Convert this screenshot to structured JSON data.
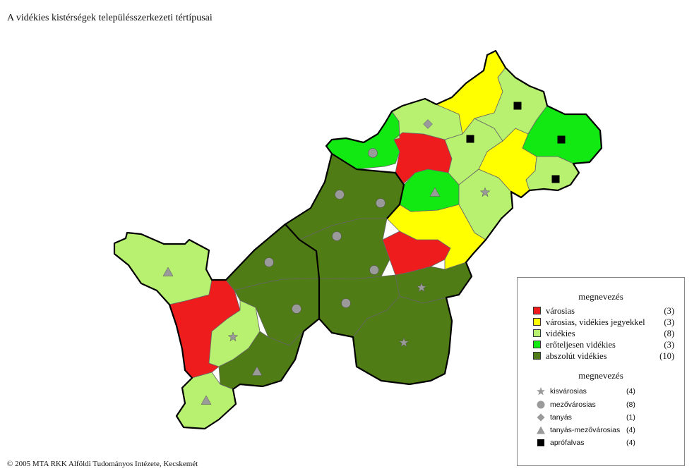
{
  "title": "A vidékies kistérségek településszerkezeti tértípusai",
  "footer": "© 2005 MTA RKK Alföldi Tudományos Intézete, Kecskemét",
  "colors": {
    "varosias": "#ee1c1c",
    "varosias_jegyekkel": "#ffff00",
    "videkies": "#b8f070",
    "eroteljesen_videkies": "#12e812",
    "abszolut_videkies": "#4f7c14",
    "symbol_gray": "#9a9a9a",
    "symbol_black": "#000000"
  },
  "legend": {
    "categories_heading": "megnevezés",
    "categories": [
      {
        "key": "varosias",
        "label": "városias",
        "count": "(3)"
      },
      {
        "key": "varosias_jegyekkel",
        "label": "városias, vidékies jegyekkel",
        "count": "(3)"
      },
      {
        "key": "videkies",
        "label": "vidékies",
        "count": "(8)"
      },
      {
        "key": "eroteljesen_videkies",
        "label": "erőteljesen vidékies",
        "count": "(3)"
      },
      {
        "key": "abszolut_videkies",
        "label": "abszolút vidékies",
        "count": "(10)"
      }
    ],
    "symbols_heading": "megnevezés",
    "symbols": [
      {
        "icon": "star-icon",
        "label": "kisvárosias",
        "count": "(4)"
      },
      {
        "icon": "circle-icon",
        "label": "mezővárosias",
        "count": "(8)"
      },
      {
        "icon": "diamond-icon",
        "label": "tanyás",
        "count": "(1)"
      },
      {
        "icon": "triangle-icon",
        "label": "tanyás-mezővárosias",
        "count": "(4)"
      },
      {
        "icon": "square-icon",
        "label": "aprófalvas",
        "count": "(4)"
      }
    ]
  }
}
